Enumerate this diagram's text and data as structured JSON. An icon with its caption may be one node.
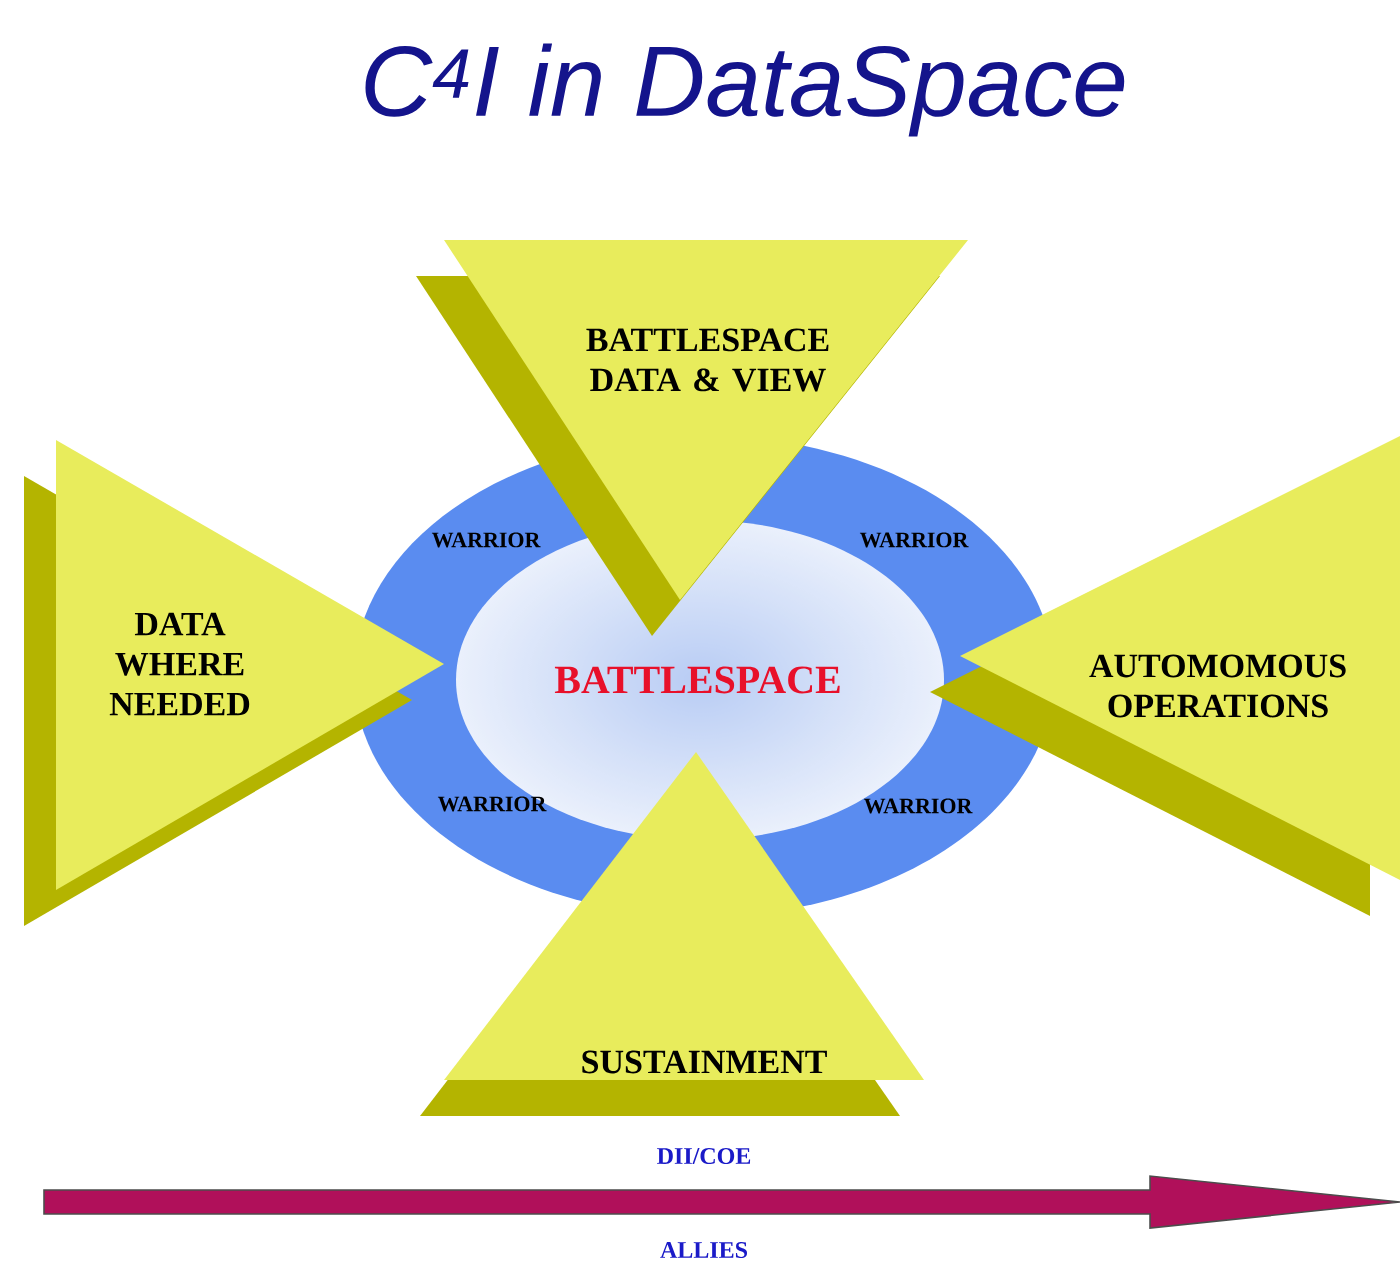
{
  "diagram": {
    "title": "C$^{4}$I in DataSpace",
    "nodes": [
      {
        "text": [
          "BATTLESPACE"
        ]
      },
      {
        "text": [
          "BATTLESPACE DATA & VIEW"
        ]
      },
      {
        "text": [
          "DATA WHERE NEEDED"
        ]
      },
      {
        "text": [
          "AUTOMOMOUS OPERATIONS"
        ]
      },
      {
        "text": [
          "SUSTAINMENT"
        ]
      }
    ],
    "labels": [
      "WARRIOR",
      "WARRIOR",
      "WARRIOR",
      "WARRIOR",
      "DII/COE",
      "ALLIES"
    ]
  }
}
